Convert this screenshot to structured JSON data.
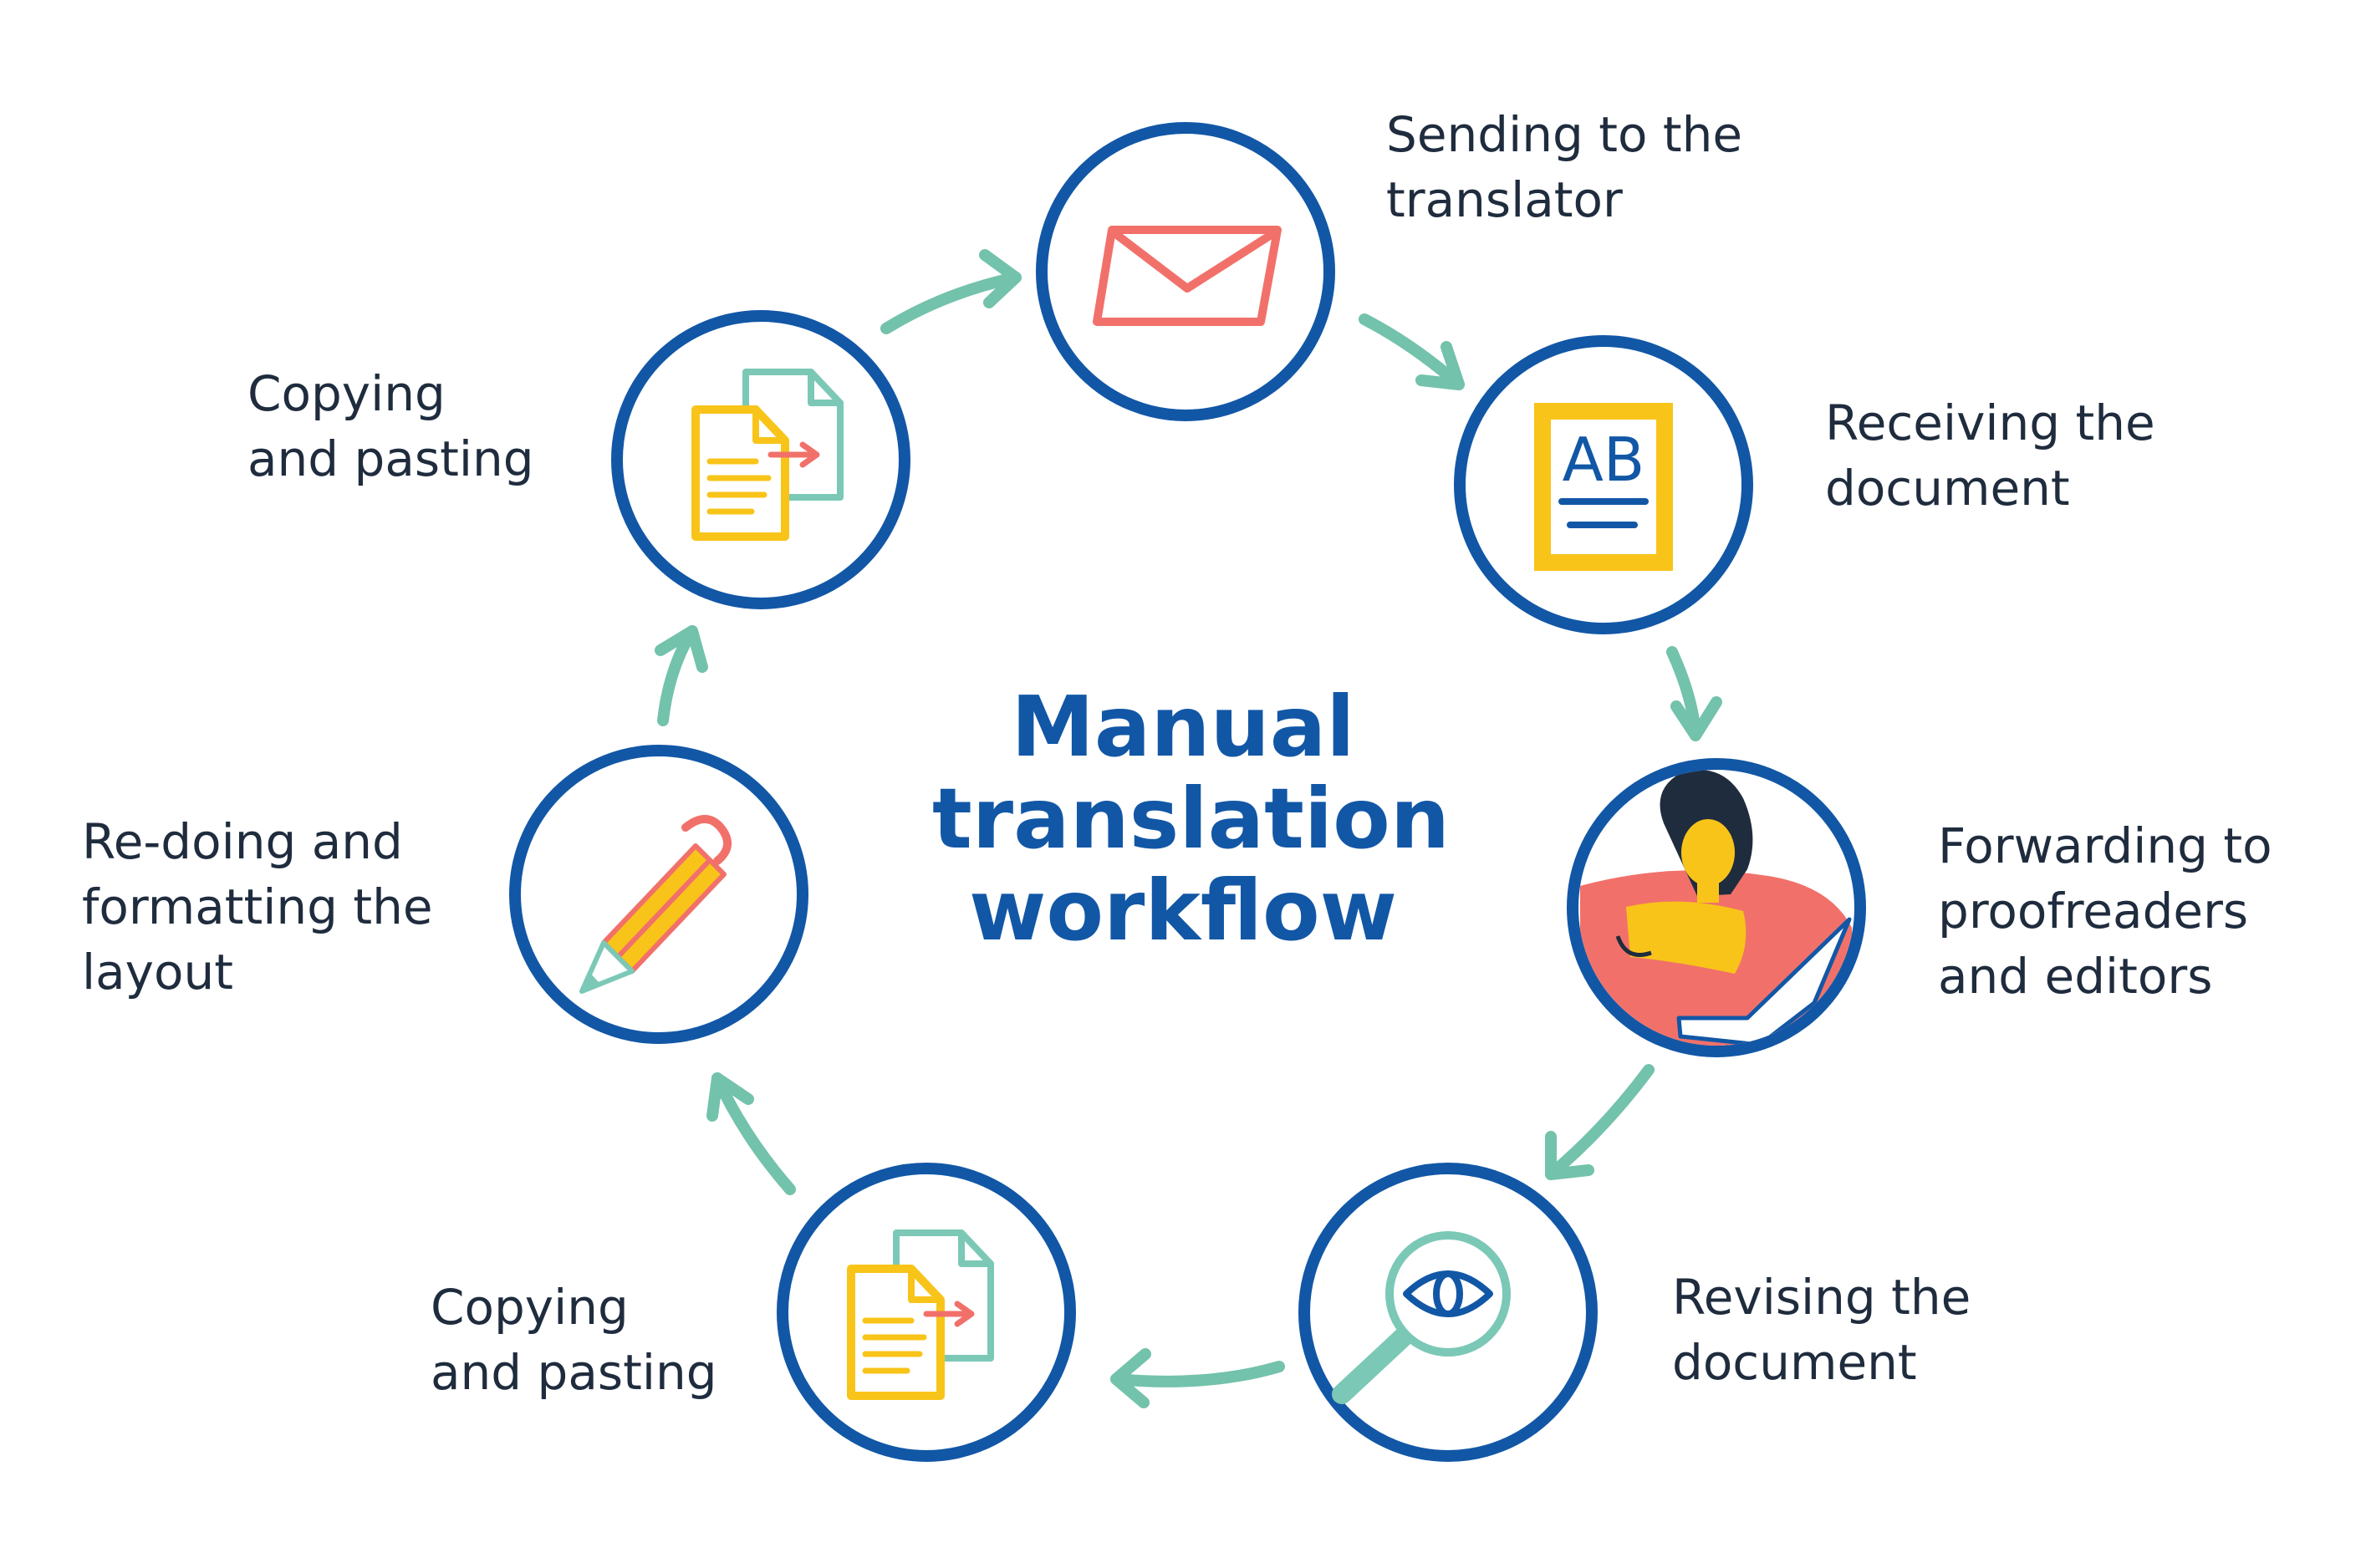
{
  "title": "Manual\ntranslation\nworkflow",
  "colors": {
    "circle": "#1257a6",
    "arrow": "#73c2ab",
    "envelope": "#f1716a",
    "document": "#f8c419",
    "document_back": "#7bc8b6",
    "text_dark": "#1f2c3e",
    "title": "#1257a6"
  },
  "steps": [
    {
      "label": "Sending to the\ntranslator",
      "icon": "envelope-icon"
    },
    {
      "label": "Receiving the\ndocument",
      "icon": "ab-document-icon"
    },
    {
      "label": "Forwarding to\nproofreaders\nand editors",
      "icon": "person-laptop-icon"
    },
    {
      "label": "Revising the\ndocument",
      "icon": "magnifier-eye-icon"
    },
    {
      "label": "Copying\nand pasting",
      "icon": "copy-paste-icon"
    },
    {
      "label": "Re-doing and\nformatting the\nlayout",
      "icon": "pencil-icon"
    },
    {
      "label": "Copying\nand pasting",
      "icon": "copy-paste-icon"
    }
  ]
}
